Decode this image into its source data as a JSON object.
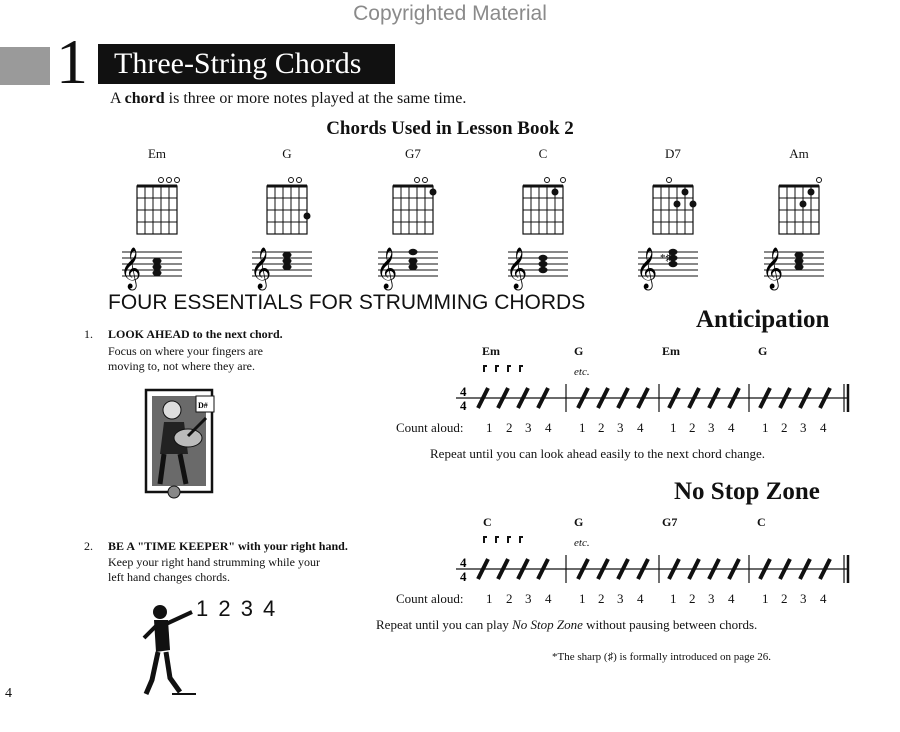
{
  "watermark": "Copyrighted Material",
  "lesson": {
    "number": "1",
    "title": "Three-String Chords"
  },
  "intro": {
    "pre": "A ",
    "bold": "chord",
    "post": " is three or more notes played at the same time."
  },
  "chords_heading": "Chords Used in Lesson Book 2",
  "chords": [
    {
      "name": "Em",
      "open_strings": 3
    },
    {
      "name": "G",
      "open_strings": 2
    },
    {
      "name": "G7",
      "open_strings": 2
    },
    {
      "name": "C",
      "open_strings": 2
    },
    {
      "name": "D7",
      "open_strings": 1
    },
    {
      "name": "Am",
      "open_strings": 1
    }
  ],
  "essentials_heading": "FOUR ESSENTIALS FOR STRUMMING CHORDS",
  "essentials": [
    {
      "num": "1.",
      "head": "LOOK AHEAD to the next chord.",
      "body1": "Focus on where your fingers are",
      "body2": "moving to, not where they are."
    },
    {
      "num": "2.",
      "head": "BE A \"TIME KEEPER\" with your right hand.",
      "body1": "Keep your right hand strumming while your",
      "body2": "left hand changes chords."
    }
  ],
  "exercises": [
    {
      "title": "Anticipation",
      "chords": [
        "Em",
        "G",
        "Em",
        "G"
      ],
      "etc": "etc.",
      "count_label": "Count aloud:",
      "counts": [
        "1",
        "2",
        "3",
        "4"
      ],
      "repeat": "Repeat until you can look ahead easily to the next chord change.",
      "time_sig": [
        "4",
        "4"
      ]
    },
    {
      "title": "No Stop Zone",
      "chords": [
        "C",
        "G",
        "G7",
        "C"
      ],
      "etc": "etc.",
      "count_label": "Count aloud:",
      "counts": [
        "1",
        "2",
        "3",
        "4"
      ],
      "repeat_pre": "Repeat until you can play ",
      "repeat_italic": "No Stop Zone",
      "repeat_post": " without pausing between chords.",
      "time_sig": [
        "4",
        "4"
      ]
    }
  ],
  "footnote": "*The sharp (♯) is formally introduced on page 26.",
  "tk_counts": "1 2 3 4",
  "page_number": "4"
}
